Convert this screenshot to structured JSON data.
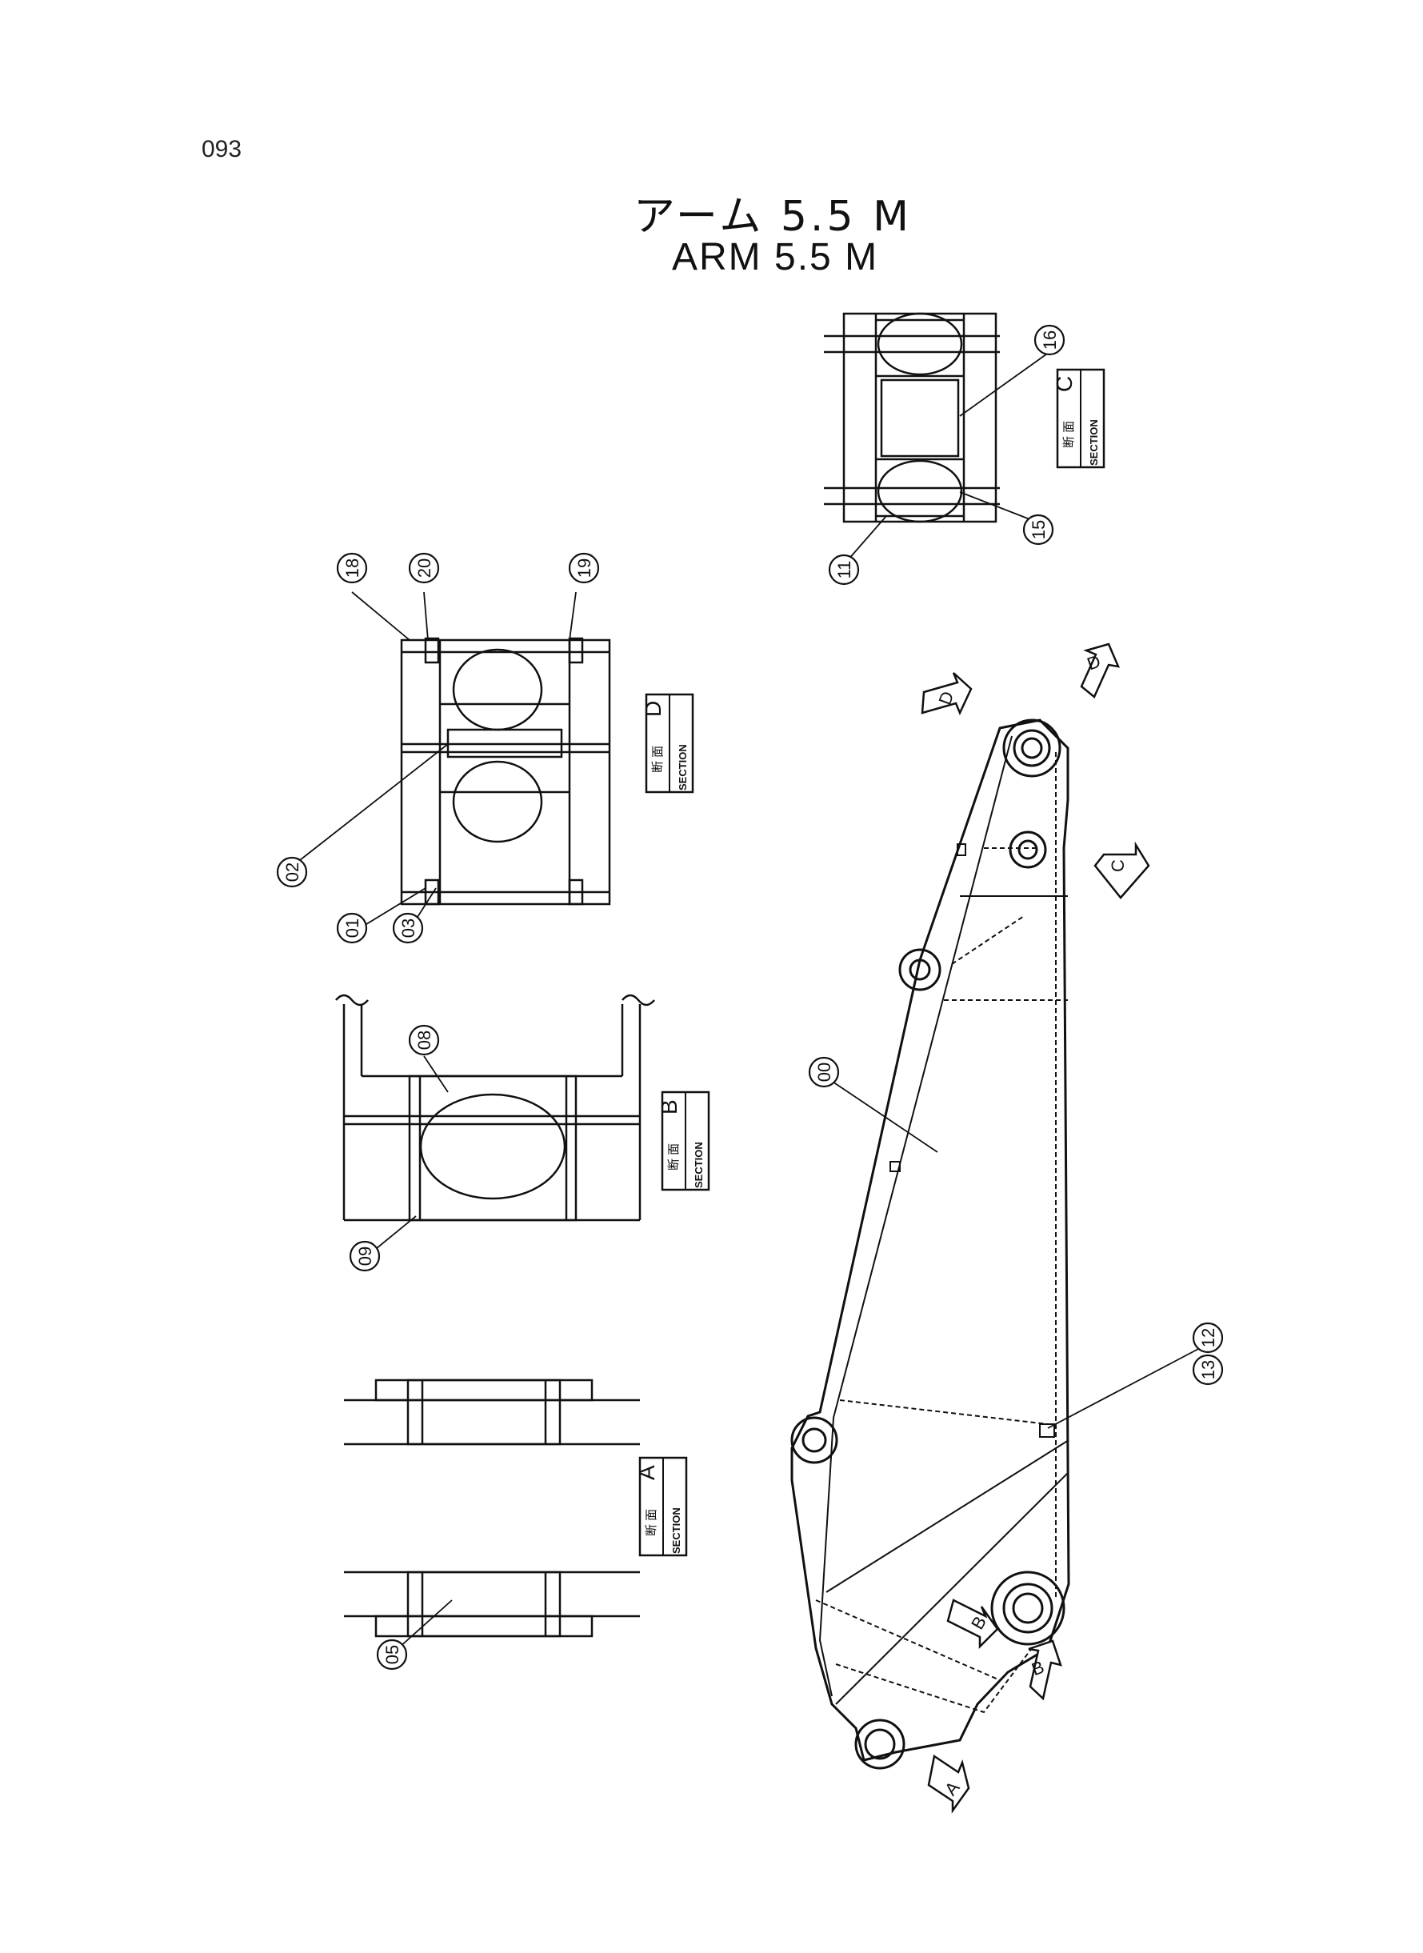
{
  "page": {
    "number": "093",
    "title_jp": "アーム 5.5 M",
    "title_en": "ARM 5.5 M"
  },
  "sections": {
    "A": {
      "label_jp": "断 面",
      "label_en": "SECTION",
      "letter": "A"
    },
    "B": {
      "label_jp": "断 面",
      "label_en": "SECTION",
      "letter": "B"
    },
    "C": {
      "label_jp": "断 面",
      "label_en": "SECTION",
      "letter": "C"
    },
    "D": {
      "label_jp": "断 面",
      "label_en": "SECTION",
      "letter": "D"
    }
  },
  "callouts": {
    "c00": "00",
    "c01": "01",
    "c02": "02",
    "c03": "03",
    "c05": "05",
    "c08": "08",
    "c09": "09",
    "c11": "11",
    "c12": "12",
    "c13": "13",
    "c15": "15",
    "c16": "16",
    "c18": "18",
    "c19": "19",
    "c20": "20"
  },
  "view_arrows": {
    "a": "A",
    "b1": "B",
    "b2": "B",
    "c": "C",
    "d1": "D",
    "d2": "D"
  },
  "colors": {
    "line": "#111111",
    "paper": "#ffffff"
  }
}
